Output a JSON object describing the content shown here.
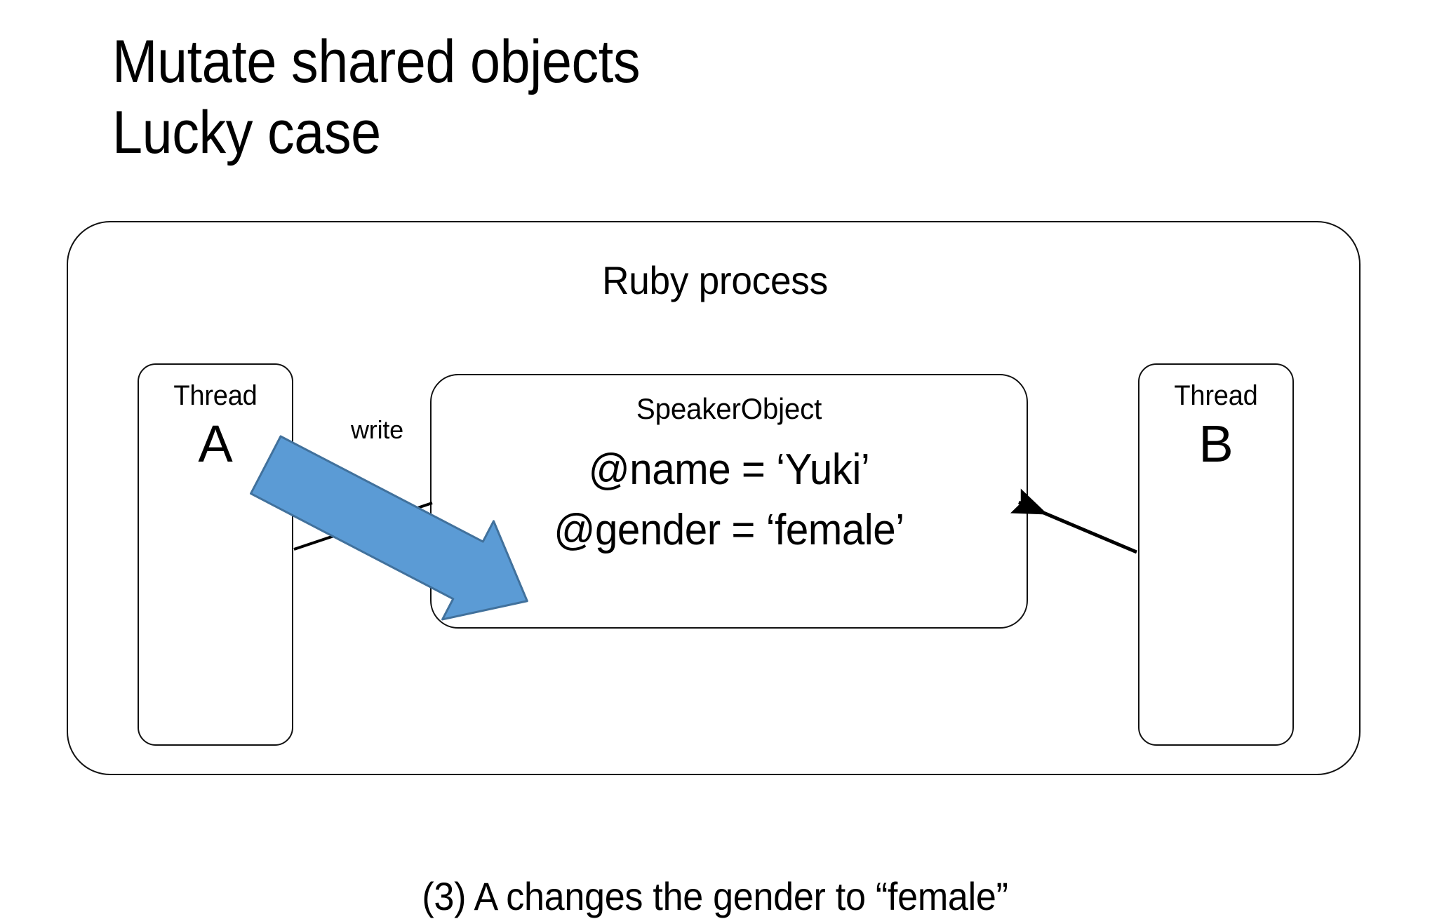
{
  "slide": {
    "background_color": "#ffffff",
    "title": {
      "line1": "Mutate shared objects",
      "line2": "Lucky case"
    },
    "caption": "(3) A changes the gender to “female”"
  },
  "process": {
    "label": "Ruby process",
    "border_color": "#111111"
  },
  "threads": [
    {
      "word": "Thread",
      "letter": "A",
      "name": "thread-a"
    },
    {
      "word": "Thread",
      "letter": "B",
      "name": "thread-b"
    }
  ],
  "object": {
    "title": "SpeakerObject",
    "attributes": [
      "@name = ‘Yuki’",
      "@gender = ‘female’"
    ]
  },
  "arrows": {
    "write_label": "write",
    "write_arrow_color": "#5B9BD5",
    "write_arrow_stroke": "#41719C",
    "thin_line_color": "#000000"
  },
  "colors": {
    "accent_blue": "#5B9BD5",
    "accent_blue_dark": "#41719C",
    "ink": "#000000",
    "outline": "#111111"
  }
}
